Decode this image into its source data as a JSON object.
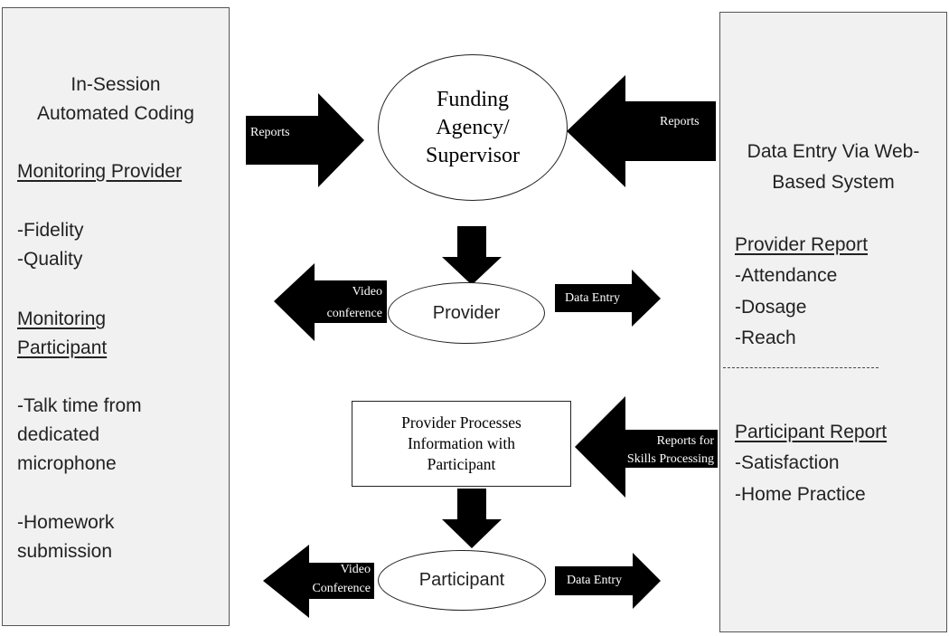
{
  "left_panel": {
    "title_line1": "In-Session",
    "title_line2": "Automated Coding",
    "section1_heading": "Monitoring Provider",
    "section1_items": [
      "-Fidelity",
      "-Quality"
    ],
    "section2_heading_line1": "Monitoring",
    "section2_heading_line2": "Participant",
    "talk_lines": [
      "-Talk time from",
      "dedicated",
      "microphone"
    ],
    "homework_lines": [
      "-Homework",
      "submission"
    ]
  },
  "right_panel": {
    "title_line1": "Data Entry Via Web-",
    "title_line2": "Based System",
    "provider_heading": "Provider Report",
    "provider_items": [
      "-Attendance",
      "-Dosage",
      "-Reach"
    ],
    "participant_heading": "Participant Report",
    "participant_items": [
      "-Satisfaction",
      "-Home Practice"
    ]
  },
  "center": {
    "funding_line1": "Funding",
    "funding_line2": "Agency/",
    "funding_line3": "Supervisor",
    "provider": "Provider",
    "process_line1": "Provider Processes",
    "process_line2": "Information with",
    "process_line3": "Participant",
    "participant": "Participant"
  },
  "arrows": {
    "reports_left": "Reports",
    "reports_right": "Reports",
    "video_provider_line1": "Video",
    "video_provider_line2": "conference",
    "data_entry_provider": "Data Entry",
    "skills_line1": "Reports for",
    "skills_line2": "Skills Processing",
    "video_participant_line1": "Video",
    "video_participant_line2": "Conference",
    "data_entry_participant": "Data Entry"
  }
}
